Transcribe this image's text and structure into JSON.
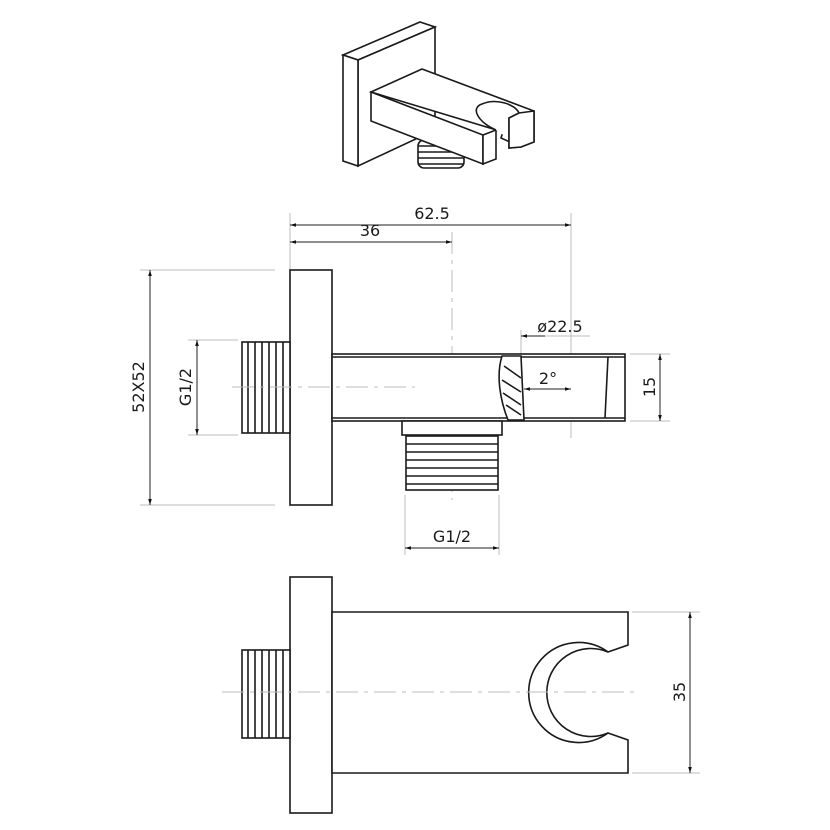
{
  "drawing": {
    "dimensions": {
      "overall_length": "62.5",
      "center_distance": "36",
      "plate_size": "52X52",
      "left_thread": "G1/2",
      "holder_diameter": "ø22.5",
      "angle": "2°",
      "arm_height": "15",
      "bottom_thread": "G1/2",
      "holder_width": "35"
    },
    "line_color": "#1a1a1a",
    "guide_color": "#bdbdbd"
  }
}
